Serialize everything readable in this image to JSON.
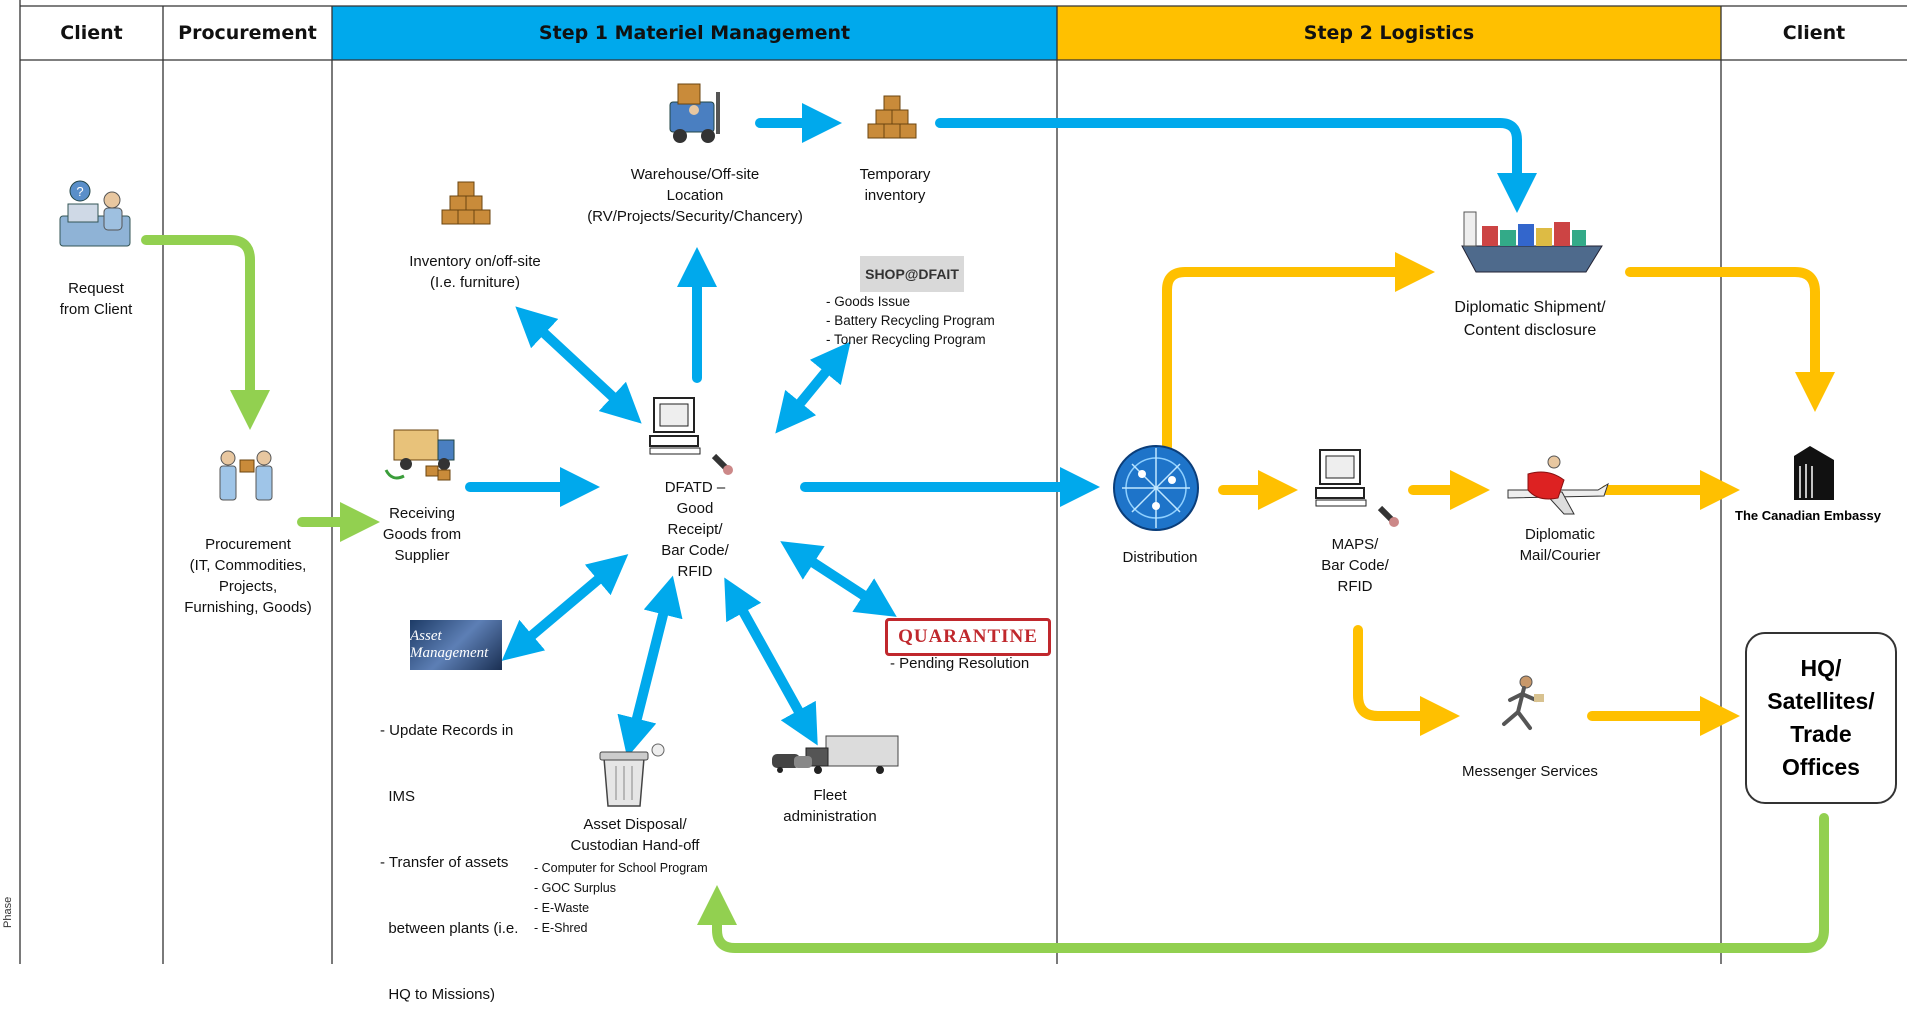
{
  "colors": {
    "blue": "#00a9ec",
    "orange": "#ffc000",
    "green": "#92d050",
    "border": "#333333"
  },
  "headers": {
    "client_left": "Client",
    "procurement": "Procurement",
    "step1": "Step 1 Materiel Management",
    "step2": "Step 2 Logistics",
    "client_right": "Client"
  },
  "side_label": "Phase",
  "nodes": {
    "request": {
      "lines": [
        "Request",
        "from Client"
      ],
      "icon": "client-desk-icon"
    },
    "procurement": {
      "lines": [
        "Procurement",
        "(IT, Commodities,",
        "Projects,",
        "Furnishing, Goods)"
      ],
      "icon": "people-exchange-icon"
    },
    "receiving": {
      "lines": [
        "Receiving",
        "Goods from",
        "Supplier"
      ],
      "icon": "delivery-truck-icon"
    },
    "inventory": {
      "lines": [
        "Inventory on/off-site",
        "(I.e. furniture)"
      ],
      "icon": "boxes-icon"
    },
    "warehouse": {
      "lines": [
        "Warehouse/Off-site",
        "Location",
        "(RV/Projects/Security/Chancery)"
      ],
      "icon": "forklift-icon"
    },
    "temporary": {
      "lines": [
        "Temporary",
        "inventory"
      ],
      "icon": "boxes-icon"
    },
    "shop": {
      "logo": "SHOP@DFAIT",
      "items": [
        "- Goods Issue",
        "- Battery Recycling Program",
        "- Toner Recycling Program"
      ]
    },
    "dfatd": {
      "lines": [
        "DFATD –",
        "Good",
        "Receipt/",
        "Bar Code/",
        "RFID"
      ],
      "icon": "computer-scanner-icon"
    },
    "asset": {
      "logo": "Asset Management",
      "items": [
        "- Update Records in",
        "  IMS",
        "- Transfer of assets",
        "  between plants (i.e.",
        "  HQ to Missions)"
      ]
    },
    "disposal": {
      "lines": [
        "Asset Disposal/",
        "Custodian Hand-off"
      ],
      "items": [
        "- Computer for School Program",
        "- GOC Surplus",
        "- E-Waste",
        "- E-Shred"
      ],
      "icon": "trash-can-icon"
    },
    "fleet": {
      "lines": [
        "Fleet",
        "administration"
      ],
      "icon": "vehicles-icon"
    },
    "quarantine": {
      "stamp": "QUARANTINE",
      "items": [
        "- Pending Resolution"
      ]
    },
    "distribution": {
      "lines": [
        "Distribution"
      ],
      "icon": "globe-icon"
    },
    "maps": {
      "lines": [
        "MAPS/",
        "Bar Code/",
        "RFID"
      ],
      "icon": "computer-scanner-icon"
    },
    "shipment": {
      "lines": [
        "Diplomatic Shipment/",
        "Content disclosure"
      ],
      "icon": "cargo-ship-icon"
    },
    "mail": {
      "lines": [
        "Diplomatic",
        "Mail/Courier"
      ],
      "icon": "plane-icon"
    },
    "messenger": {
      "lines": [
        "Messenger Services"
      ],
      "icon": "running-courier-icon"
    },
    "embassy": {
      "lines": [
        "The Canadian Embassy"
      ],
      "icon": "embassy-building-icon"
    },
    "hq": {
      "lines": [
        "HQ/",
        "Satellites/",
        "Trade",
        "Offices"
      ]
    }
  }
}
